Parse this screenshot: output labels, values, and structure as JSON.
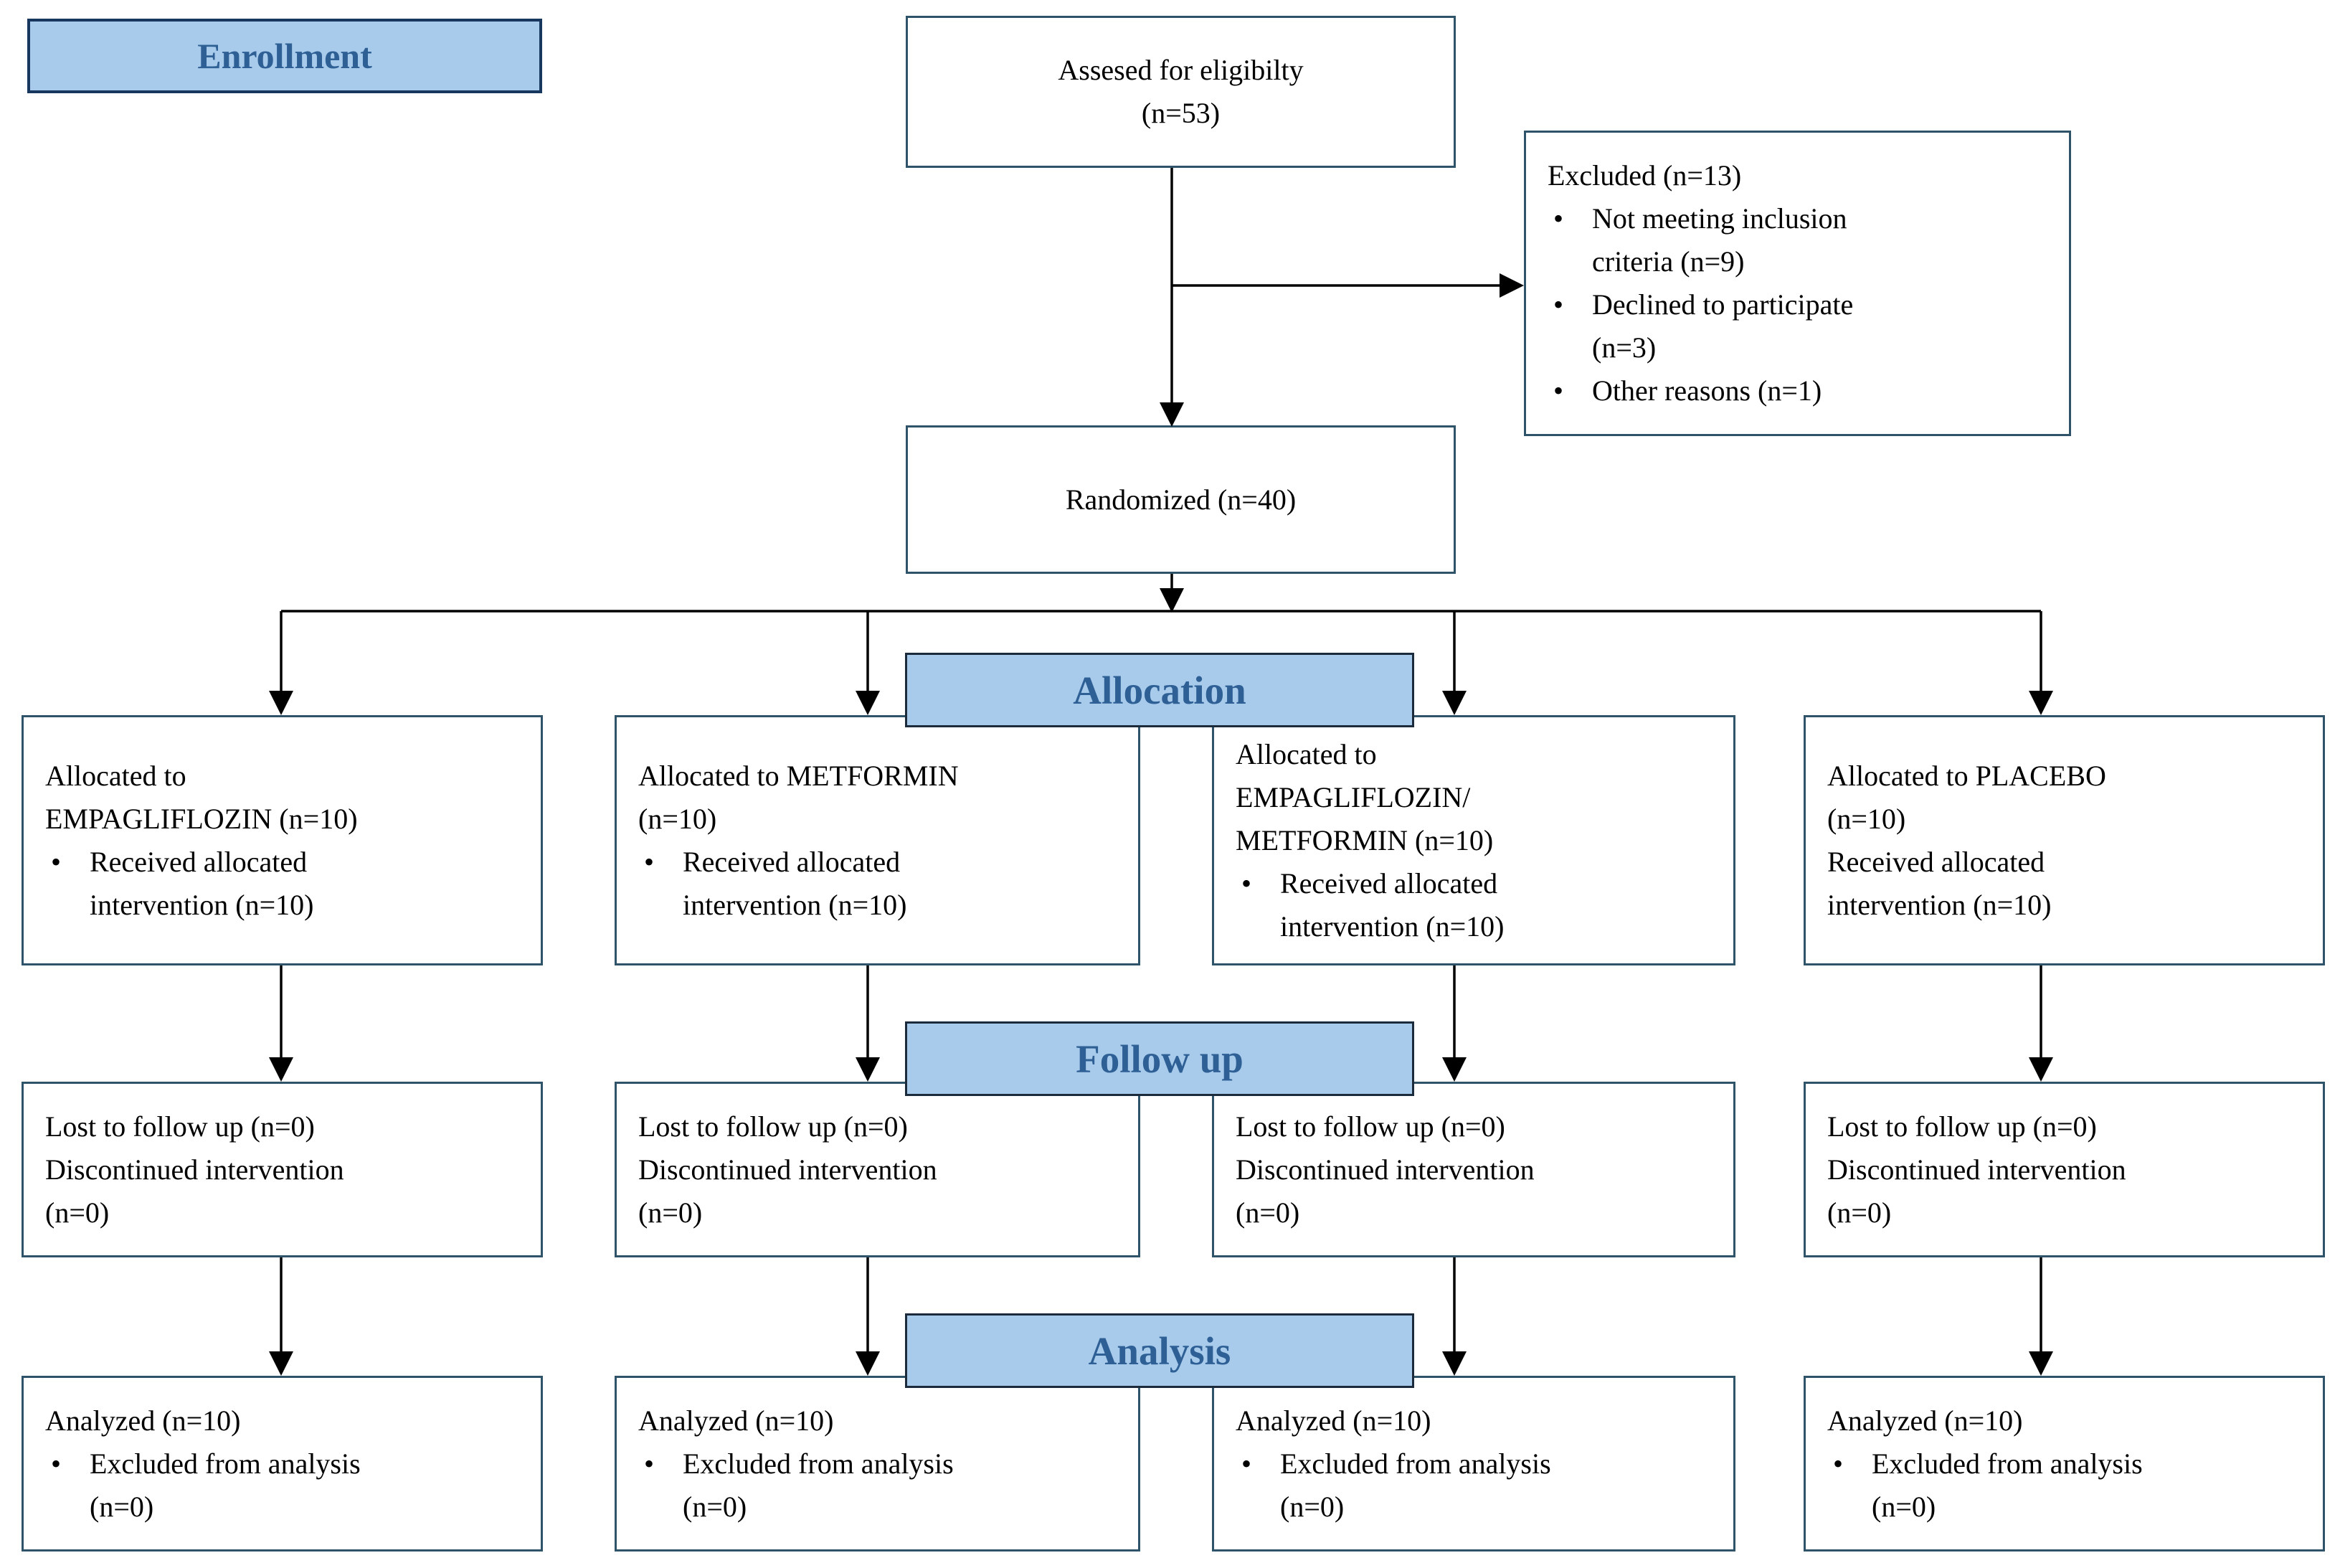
{
  "banners": {
    "enrollment": "Enrollment",
    "allocation": "Allocation",
    "followup": "Follow up",
    "analysis": "Analysis"
  },
  "assessed": {
    "line1": "Assesed for eligibilty",
    "line2": "(n=53)"
  },
  "excluded": {
    "title": "Excluded (n=13)",
    "bullet1_line1": "Not meeting inclusion",
    "bullet1_line2": "criteria (n=9)",
    "bullet2_line1": "Declined to participate",
    "bullet2_line2": "(n=3)",
    "bullet3": "Other reasons (n=1)"
  },
  "randomized": {
    "text": "Randomized (n=40)"
  },
  "columns": [
    {
      "arm": "EMPAGLIFLOZIN",
      "allocation": {
        "lines": [
          "Allocated to",
          "EMPAGLIFLOZIN (n=10)"
        ],
        "bullet_lines": [
          "Received allocated",
          "intervention (n=10)"
        ]
      },
      "followup": {
        "lines": [
          "Lost to follow up (n=0)",
          "Discontinued intervention",
          "(n=0)"
        ]
      },
      "analysis": {
        "lines": [
          "Analyzed (n=10)"
        ],
        "bullet_lines": [
          "Excluded from analysis",
          "(n=0)"
        ]
      }
    },
    {
      "arm": "METFORMIN",
      "allocation": {
        "lines": [
          "Allocated to METFORMIN",
          "(n=10)"
        ],
        "bullet_lines": [
          "Received allocated",
          "intervention (n=10)"
        ]
      },
      "followup": {
        "lines": [
          "Lost to follow up (n=0)",
          "Discontinued intervention",
          "(n=0)"
        ]
      },
      "analysis": {
        "lines": [
          "Analyzed (n=10)"
        ],
        "bullet_lines": [
          "Excluded from analysis",
          "(n=0)"
        ]
      }
    },
    {
      "arm": "EMPAGLIFLOZIN/METFORMIN",
      "allocation": {
        "lines": [
          "Allocated to",
          "EMPAGLIFLOZIN/",
          "METFORMIN (n=10)"
        ],
        "bullet_lines": [
          "Received allocated",
          "intervention (n=10)"
        ]
      },
      "followup": {
        "lines": [
          "Lost to follow up (n=0)",
          "Discontinued intervention",
          "(n=0)"
        ]
      },
      "analysis": {
        "lines": [
          "Analyzed (n=10)"
        ],
        "bullet_lines": [
          "Excluded from analysis",
          "(n=0)"
        ]
      }
    },
    {
      "arm": "PLACEBO",
      "allocation": {
        "lines": [
          "Allocated to PLACEBO",
          "(n=10)",
          "Received allocated",
          "intervention (n=10)"
        ],
        "bullet_lines": []
      },
      "followup": {
        "lines": [
          "Lost to follow up (n=0)",
          "Discontinued intervention",
          "(n=0)"
        ]
      },
      "analysis": {
        "lines": [
          "Analyzed (n=10)"
        ],
        "bullet_lines": [
          "Excluded from analysis",
          "(n=0)"
        ]
      }
    }
  ],
  "colors": {
    "banner_fill": "#A8CBEB",
    "banner_text": "#2E6096",
    "banner_border": "#1B2B3B",
    "enrollment_border": "#17375E",
    "box_border": "#2F5469",
    "connector": "#000000",
    "box_text": "#000000",
    "background": "#FFFFFF"
  }
}
